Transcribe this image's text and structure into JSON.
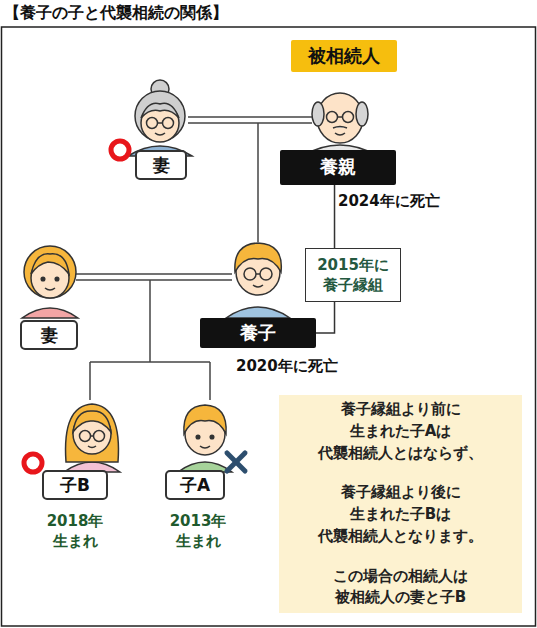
{
  "diagram": {
    "title": "【養子の子と代襲相続の関係】",
    "nodes": [
      {
        "text": [
          "被相続人"
        ]
      },
      {
        "text": [
          "妻"
        ]
      },
      {
        "text": [
          "養親"
        ]
      },
      {
        "text": [
          "妻"
        ]
      },
      {
        "text": [
          "養子"
        ]
      },
      {
        "text": [
          "子B"
        ]
      },
      {
        "text": [
          "子A"
        ]
      },
      {
        "text": [
          "養子縁組より前に 生まれた子Aは 代襲相続人とはならず、",
          "養子縁組より後に 生まれた子Bは 代襲相続人となります。",
          "この場合の相続人は 被相続人の妻と子B"
        ]
      }
    ],
    "edges": [
      {
        "from": 2,
        "to": 4,
        "label": "2015年に 養子縁組",
        "arrow": "none"
      }
    ],
    "labels": [
      "2024年に死亡",
      "2020年に死亡",
      "2018年 生まれ",
      "2013年 生まれ"
    ]
  }
}
